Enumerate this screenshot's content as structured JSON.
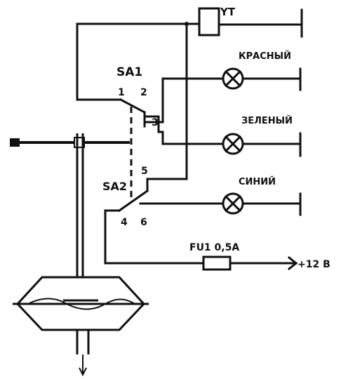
{
  "labels": {
    "relay": "YT",
    "sw1": "SA1",
    "sw2": "SA2",
    "pin1": "1",
    "pin2": "2",
    "pin3": "3",
    "pin4": "4",
    "pin5": "5",
    "pin6": "6",
    "lamp_red": "КРАСНЫЙ",
    "lamp_green": "ЗЕЛЕНЫЙ",
    "lamp_blue": "СИНИЙ",
    "fuse": "FU1 0,5A",
    "supply": "+12 В"
  },
  "colors": {
    "ink": "#111111",
    "paper": "#ffffff"
  }
}
